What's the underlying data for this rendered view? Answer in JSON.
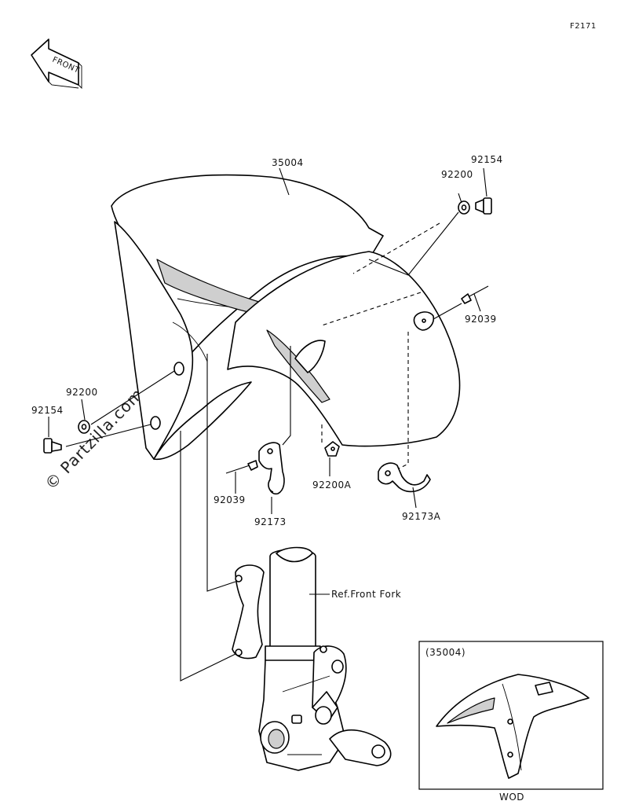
{
  "figure_code": "F2171",
  "front_label": "FRONT",
  "watermark": "© Partzilla.com",
  "callouts": {
    "fender": "35004",
    "washer_right": "92200",
    "bolt_right": "92154",
    "stud_right": "92039",
    "washer_left": "92200",
    "bolt_left": "92154",
    "stud_left": "92039",
    "clamp_left": "92173",
    "washer_a": "92200A",
    "clamp_right": "92173A",
    "ref_fork": "Ref.Front Fork"
  },
  "inset": {
    "part_ref": "(35004)",
    "caption": "WOD"
  }
}
